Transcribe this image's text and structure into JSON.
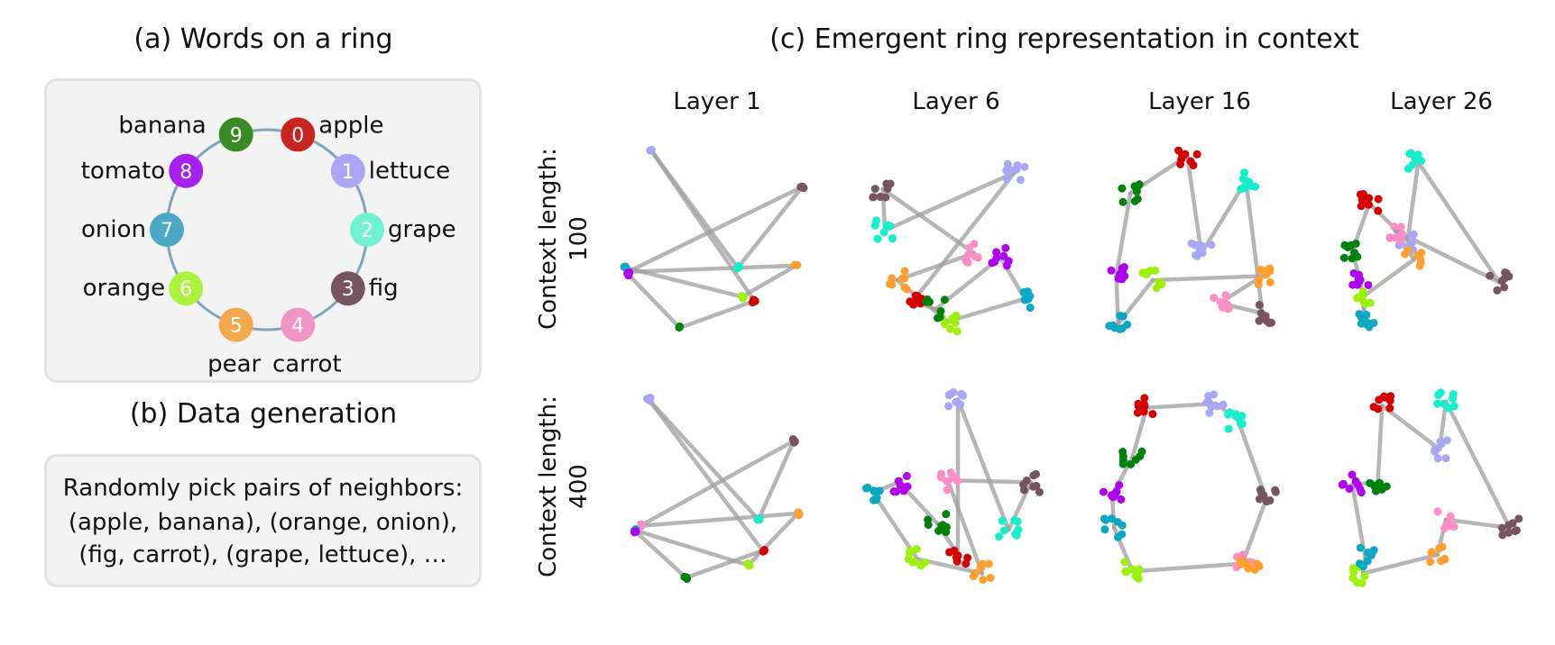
{
  "panel_a": {
    "title": "(a) Words on a ring",
    "nodes": [
      {
        "index": "0",
        "word": "apple",
        "color": "#c8251e"
      },
      {
        "index": "1",
        "word": "lettuce",
        "color": "#aaa6f5"
      },
      {
        "index": "2",
        "word": "grape",
        "color": "#6ef2cf"
      },
      {
        "index": "3",
        "word": "fig",
        "color": "#765460"
      },
      {
        "index": "4",
        "word": "carrot",
        "color": "#f095c4"
      },
      {
        "index": "5",
        "word": "pear",
        "color": "#f2a84c"
      },
      {
        "index": "6",
        "word": "orange",
        "color": "#aef240"
      },
      {
        "index": "7",
        "word": "onion",
        "color": "#4ca8c4"
      },
      {
        "index": "8",
        "word": "tomato",
        "color": "#a620f0"
      },
      {
        "index": "9",
        "word": "banana",
        "color": "#3a8a26"
      }
    ],
    "ring_color": "#7fa4bf"
  },
  "panel_b": {
    "title": "(b) Data generation",
    "lines": [
      "Randomly pick pairs of neighbors:",
      "(apple, banana), (orange, onion),",
      "(fig, carrot), (grape, lettuce), …"
    ]
  },
  "panel_c": {
    "title": "(c) Emergent ring representation in context",
    "layers": [
      "Layer 1",
      "Layer 6",
      "Layer 16",
      "Layer 26"
    ],
    "rows": [
      "Context length:\n100",
      "Context length:\n400"
    ],
    "row_labels": [
      {
        "line1": "Context length:",
        "line2": "100"
      },
      {
        "line1": "Context length:",
        "line2": "400"
      }
    ],
    "point_colors": [
      "#d40000",
      "#aaa6f5",
      "#14f0cc",
      "#765460",
      "#ff8ec8",
      "#ff9f30",
      "#9cf20c",
      "#0aa8c4",
      "#b000f2",
      "#00820a"
    ],
    "edge_color": "#9e9e9e"
  },
  "chart_data": {
    "type": "scatter",
    "title": "(c) Emergent ring representation in context",
    "description": "2D projections of word-cluster centroids (index 0-9 on ring), consecutive ring neighbors connected by gray lines; coordinates normalized 0-1 within each subplot (y downward)",
    "series_labels": [
      "apple",
      "lettuce",
      "grape",
      "fig",
      "carrot",
      "pear",
      "orange",
      "onion",
      "tomato",
      "banana"
    ],
    "panels": [
      {
        "row": "Context length: 100",
        "layer": "Layer 1",
        "centroids": [
          [
            0.68,
            0.8
          ],
          [
            0.18,
            0.07
          ],
          [
            0.6,
            0.64
          ],
          [
            0.91,
            0.25
          ],
          [
            0.07,
            0.66
          ],
          [
            0.88,
            0.63
          ],
          [
            0.62,
            0.78
          ],
          [
            0.06,
            0.64
          ],
          [
            0.07,
            0.67
          ],
          [
            0.32,
            0.93
          ]
        ]
      },
      {
        "row": "Context length: 100",
        "layer": "Layer 6",
        "centroids": [
          [
            0.3,
            0.8
          ],
          [
            0.8,
            0.18
          ],
          [
            0.16,
            0.46
          ],
          [
            0.15,
            0.26
          ],
          [
            0.6,
            0.57
          ],
          [
            0.22,
            0.7
          ],
          [
            0.47,
            0.9
          ],
          [
            0.85,
            0.79
          ],
          [
            0.73,
            0.59
          ],
          [
            0.41,
            0.84
          ]
        ]
      },
      {
        "row": "Context length: 100",
        "layer": "Layer 16",
        "centroids": [
          [
            0.45,
            0.1
          ],
          [
            0.52,
            0.57
          ],
          [
            0.74,
            0.22
          ],
          [
            0.82,
            0.86
          ],
          [
            0.61,
            0.81
          ],
          [
            0.82,
            0.68
          ],
          [
            0.28,
            0.7
          ],
          [
            0.11,
            0.91
          ],
          [
            0.1,
            0.68
          ],
          [
            0.17,
            0.28
          ]
        ]
      },
      {
        "row": "Context length: 100",
        "layer": "Layer 26",
        "centroids": [
          [
            0.17,
            0.33
          ],
          [
            0.35,
            0.51
          ],
          [
            0.4,
            0.13
          ],
          [
            0.78,
            0.71
          ],
          [
            0.29,
            0.46
          ],
          [
            0.38,
            0.6
          ],
          [
            0.14,
            0.78
          ],
          [
            0.15,
            0.9
          ],
          [
            0.13,
            0.71
          ],
          [
            0.09,
            0.56
          ]
        ]
      },
      {
        "row": "Context length: 400",
        "layer": "Layer 1",
        "centroids": [
          [
            0.72,
            0.81
          ],
          [
            0.17,
            0.08
          ],
          [
            0.7,
            0.66
          ],
          [
            0.87,
            0.28
          ],
          [
            0.13,
            0.69
          ],
          [
            0.89,
            0.63
          ],
          [
            0.65,
            0.88
          ],
          [
            0.1,
            0.71
          ],
          [
            0.11,
            0.72
          ],
          [
            0.35,
            0.94
          ]
        ]
      },
      {
        "row": "Context length: 400",
        "layer": "Layer 6",
        "centroids": [
          [
            0.52,
            0.83
          ],
          [
            0.52,
            0.08
          ],
          [
            0.77,
            0.71
          ],
          [
            0.88,
            0.48
          ],
          [
            0.47,
            0.47
          ],
          [
            0.64,
            0.92
          ],
          [
            0.32,
            0.85
          ],
          [
            0.1,
            0.53
          ],
          [
            0.23,
            0.48
          ],
          [
            0.42,
            0.68
          ]
        ]
      },
      {
        "row": "Context length: 400",
        "layer": "Layer 16",
        "centroids": [
          [
            0.25,
            0.12
          ],
          [
            0.59,
            0.1
          ],
          [
            0.7,
            0.18
          ],
          [
            0.84,
            0.56
          ],
          [
            0.73,
            0.85
          ],
          [
            0.76,
            0.87
          ],
          [
            0.18,
            0.91
          ],
          [
            0.09,
            0.7
          ],
          [
            0.08,
            0.54
          ],
          [
            0.18,
            0.36
          ]
        ]
      },
      {
        "row": "Context length: 400",
        "layer": "Layer 26",
        "centroids": [
          [
            0.23,
            0.11
          ],
          [
            0.5,
            0.32
          ],
          [
            0.53,
            0.09
          ],
          [
            0.83,
            0.7
          ],
          [
            0.53,
            0.66
          ],
          [
            0.49,
            0.83
          ],
          [
            0.14,
            0.92
          ],
          [
            0.15,
            0.84
          ],
          [
            0.09,
            0.49
          ],
          [
            0.21,
            0.48
          ]
        ]
      }
    ],
    "edges": "consecutive ring neighbors (i, i+1 mod 10)",
    "xlabel": "",
    "ylabel": ""
  }
}
